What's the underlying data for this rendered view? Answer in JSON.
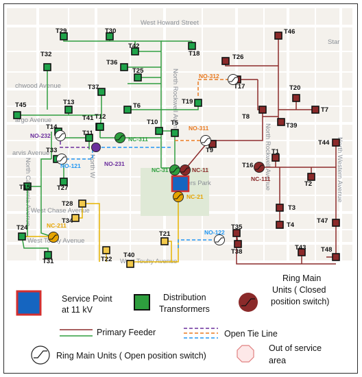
{
  "streets": {
    "west_howard": "West Howard Street",
    "chwood": "chwood Avenue",
    "fargo": "argo Avenue",
    "jarvis": "arvis Avenue",
    "west_chase": "West Chase Avenue",
    "touhy_top": "West Touhy Avenue",
    "touhy_left": "West Touhy Avenue",
    "north_rockwell": "North Rockwell Avenue",
    "north_rockwell_2": "North Rockwell Avenue",
    "north_california": "North California Avenue",
    "north_western": "North Western Avenue",
    "north_w": "North W",
    "star": "Star",
    "park": "Rogers Park"
  },
  "nodes": [
    {
      "id": "T29",
      "color": "green"
    },
    {
      "id": "T30",
      "color": "green"
    },
    {
      "id": "T18",
      "color": "green"
    },
    {
      "id": "T42",
      "color": "green"
    },
    {
      "id": "T32",
      "color": "green"
    },
    {
      "id": "T36",
      "color": "green"
    },
    {
      "id": "T25",
      "color": "green"
    },
    {
      "id": "T37",
      "color": "green"
    },
    {
      "id": "T19",
      "color": "green"
    },
    {
      "id": "T45",
      "color": "green"
    },
    {
      "id": "T13",
      "color": "green"
    },
    {
      "id": "T6",
      "color": "green"
    },
    {
      "id": "T41",
      "color": "green"
    },
    {
      "id": "T12",
      "color": "green"
    },
    {
      "id": "T10",
      "color": "green"
    },
    {
      "id": "T14",
      "color": "green"
    },
    {
      "id": "T5",
      "color": "green"
    },
    {
      "id": "T11",
      "color": "green"
    },
    {
      "id": "T33",
      "color": "green"
    },
    {
      "id": "T27",
      "color": "green"
    },
    {
      "id": "T15",
      "color": "green"
    },
    {
      "id": "T24",
      "color": "green"
    },
    {
      "id": "T31",
      "color": "green"
    },
    {
      "id": "T28",
      "color": "yellow"
    },
    {
      "id": "T34",
      "color": "yellow"
    },
    {
      "id": "T21",
      "color": "yellow"
    },
    {
      "id": "T22",
      "color": "yellow"
    },
    {
      "id": "T40",
      "color": "yellow"
    },
    {
      "id": "T46",
      "color": "red"
    },
    {
      "id": "T26",
      "color": "red"
    },
    {
      "id": "T17",
      "color": "red"
    },
    {
      "id": "T20",
      "color": "red"
    },
    {
      "id": "T8",
      "color": "red"
    },
    {
      "id": "T7",
      "color": "red"
    },
    {
      "id": "T39",
      "color": "red"
    },
    {
      "id": "T9",
      "color": "red"
    },
    {
      "id": "T44",
      "color": "red"
    },
    {
      "id": "T1",
      "color": "red"
    },
    {
      "id": "T16",
      "color": "red"
    },
    {
      "id": "T2",
      "color": "red"
    },
    {
      "id": "T3",
      "color": "red"
    },
    {
      "id": "T4",
      "color": "red"
    },
    {
      "id": "T47",
      "color": "red"
    },
    {
      "id": "T35",
      "color": "red"
    },
    {
      "id": "T43",
      "color": "red"
    },
    {
      "id": "T48",
      "color": "red"
    },
    {
      "id": "T38",
      "color": "red"
    }
  ],
  "switches": [
    {
      "id": "NO-312",
      "state": "open",
      "color": "#e8781e"
    },
    {
      "id": "NO-311",
      "state": "open",
      "color": "#e8781e"
    },
    {
      "id": "NO-232",
      "state": "open",
      "color": "#6a2d9c"
    },
    {
      "id": "NO-121",
      "state": "open",
      "color": "#2196f3"
    },
    {
      "id": "NO-231",
      "state": "open",
      "color": "#6a2d9c"
    },
    {
      "id": "NC-311",
      "state": "closed",
      "color": "#2e9e3e"
    },
    {
      "id": "NC-31",
      "state": "closed",
      "color": "#2e9e3e"
    },
    {
      "id": "NC-11",
      "state": "closed",
      "color": "#8b2a2a"
    },
    {
      "id": "NC-111",
      "state": "closed",
      "color": "#8b2a2a"
    },
    {
      "id": "NC-21",
      "state": "closed",
      "color": "#e6a400"
    },
    {
      "id": "NC-211",
      "state": "closed",
      "color": "#e6a400"
    },
    {
      "id": "NO-122",
      "state": "open",
      "color": "#2196f3"
    }
  ],
  "legend": {
    "service_point": "Service Point at 11 kV",
    "distribution_transformers": "Distribution Transformers",
    "rmu_closed": "Ring Main Units ( Closed position switch)",
    "primary_feeder": "Primary Feeder",
    "open_tie_line": "Open Tie Line",
    "rmu_open": "Ring Main Units ( Open position  switch)",
    "out_of_service": "Out of service area"
  },
  "colors": {
    "green_feeder": "#2e9e3e",
    "red_feeder": "#8b2a2a",
    "yellow_feeder": "#e6b400",
    "blue_tie": "#2196f3",
    "orange_tie": "#e8781e",
    "purple_tie": "#6a2d9c",
    "service_point": "#1565c0",
    "service_point_border": "#d32f2f"
  }
}
